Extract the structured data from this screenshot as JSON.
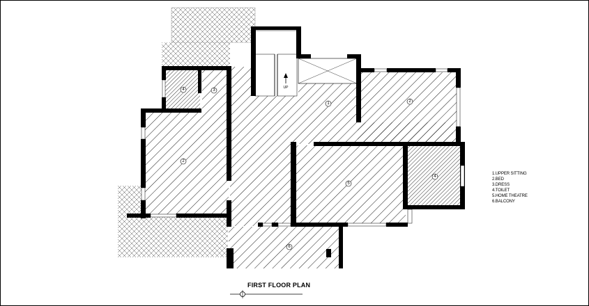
{
  "plan": {
    "title": "FIRST FLOOR PLAN",
    "stair_label": "UP",
    "legend": [
      "1.UPPER SITTING",
      "2.BED",
      "3.DRESS",
      "4.TOILET",
      "5.HOME THEATRE",
      "6.BALCONY"
    ],
    "room_numbers": {
      "upper_sitting": "1",
      "bed_right": "2",
      "bed_left": "2",
      "dress": "3",
      "toilet_left": "4",
      "toilet_right": "4",
      "home_theatre": "5",
      "balcony": "6"
    }
  },
  "colors": {
    "wall": "#000000",
    "hatch": "#000000",
    "background": "#ffffff"
  }
}
